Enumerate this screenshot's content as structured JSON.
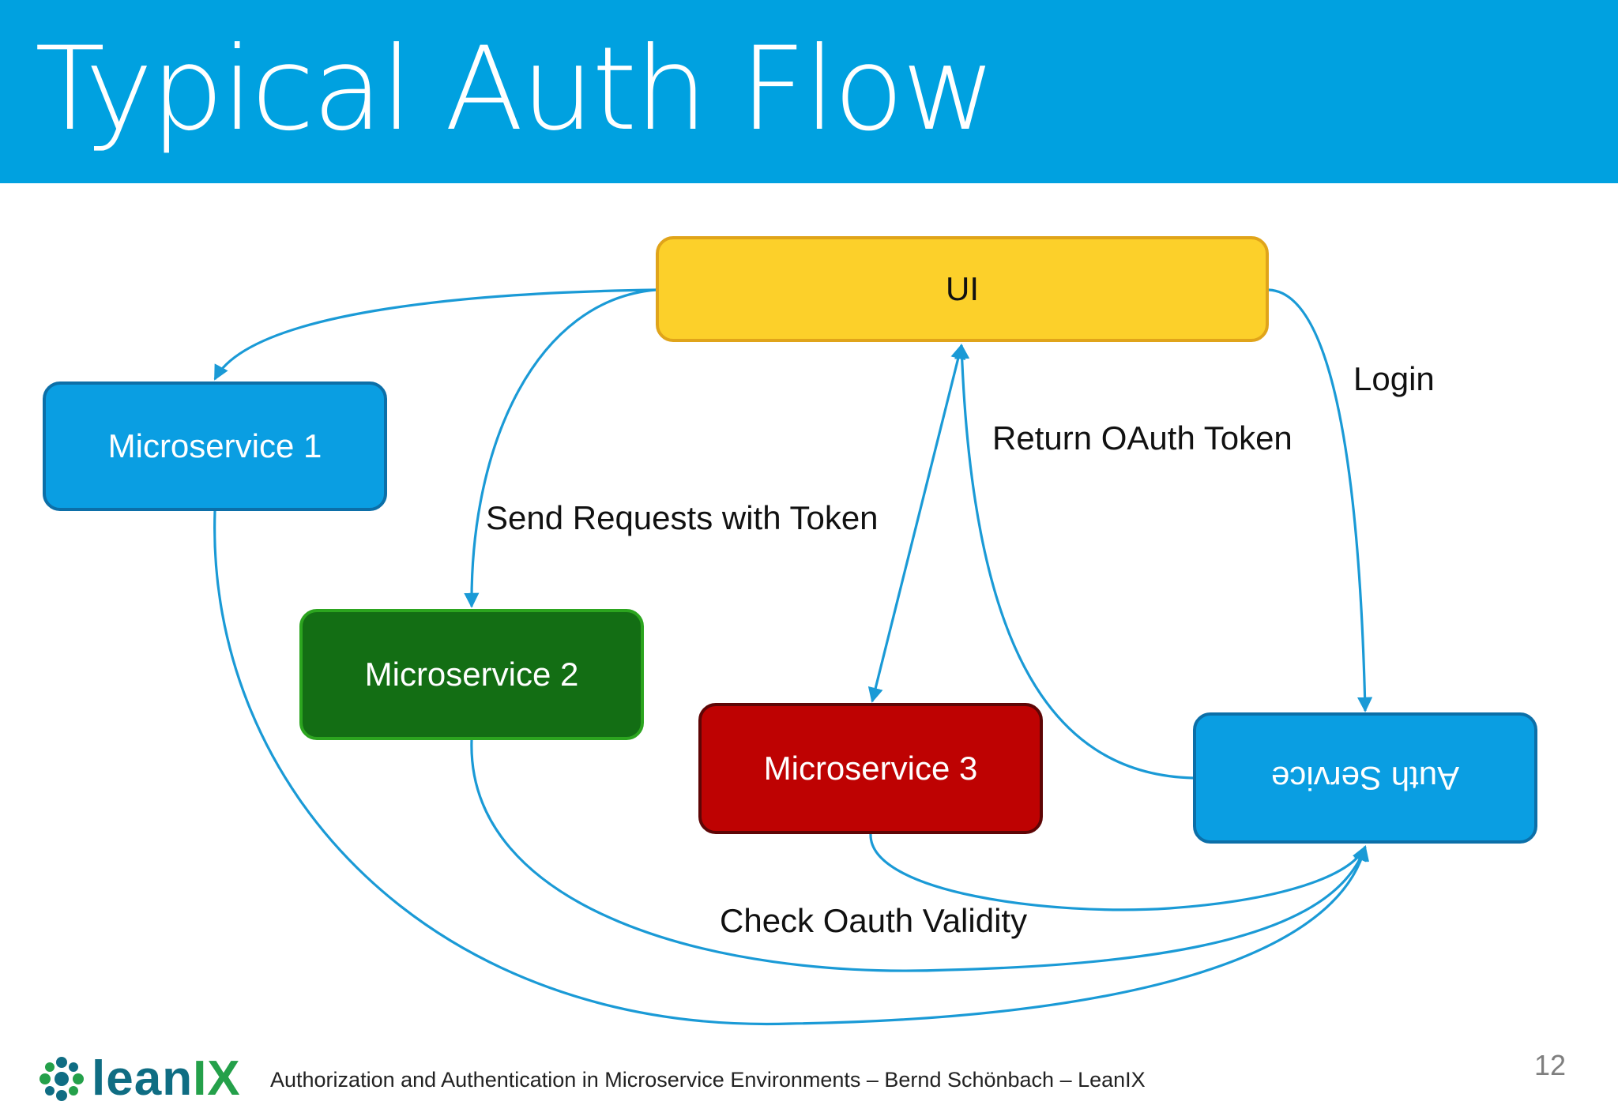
{
  "slide": {
    "title": "Typical Auth Flow",
    "header_color": "#00a1e0"
  },
  "nodes": {
    "ui": {
      "label": "UI",
      "color": "#fcd02a"
    },
    "microservice1": {
      "label": "Microservice 1",
      "color": "#0a9ee2"
    },
    "microservice2": {
      "label": "Microservice 2",
      "color": "#136e14"
    },
    "microservice3": {
      "label": "Microservice 3",
      "color": "#be0202"
    },
    "auth_service": {
      "label": "Auth Service",
      "color": "#0a9ee2",
      "text_rotated_180": true
    }
  },
  "edge_labels": {
    "send_requests": "Send Requests with Token",
    "return_token": "Return OAuth Token",
    "login": "Login",
    "check_validity": "Check Oauth Validity"
  },
  "edges": [
    {
      "from": "ui",
      "to": "microservice1"
    },
    {
      "from": "ui",
      "to": "microservice2",
      "label": "Send Requests with Token"
    },
    {
      "from": "ui",
      "to": "microservice3",
      "bidirectional": true
    },
    {
      "from": "auth_service",
      "to": "ui",
      "label": "Return OAuth Token"
    },
    {
      "from": "ui",
      "to": "auth_service",
      "label": "Login"
    },
    {
      "from": "microservice1",
      "to": "auth_service"
    },
    {
      "from": "microservice2",
      "to": "auth_service"
    },
    {
      "from": "microservice3",
      "to": "auth_service",
      "label": "Check Oauth Validity"
    }
  ],
  "footer": {
    "logo_text": "lean",
    "logo_text_accent": "IX",
    "text": "Authorization and Authentication in Microservice Environments – Bernd Schönbach – LeanIX",
    "page_number": "12"
  },
  "colors": {
    "edge": "#1a9ad6"
  }
}
